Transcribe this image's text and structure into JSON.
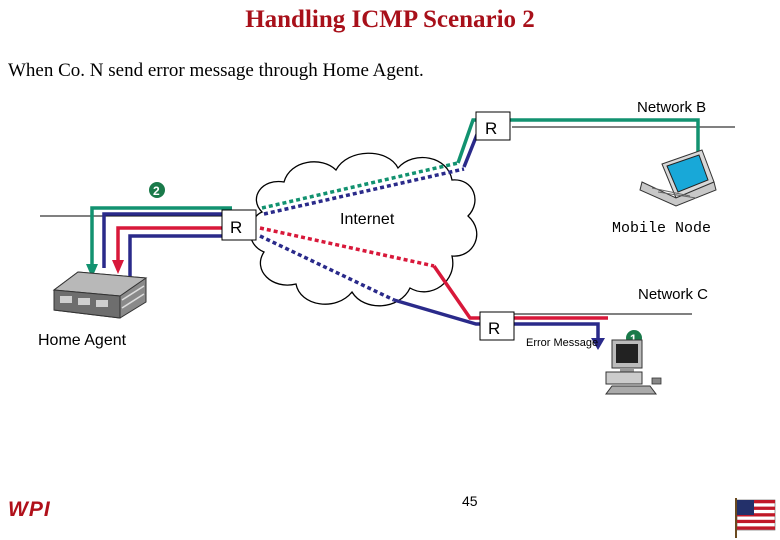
{
  "slide": {
    "title": "Handling ICMP Scenario 2",
    "subtitle": "When Co. N send error message through Home Agent.",
    "page_number": "45",
    "logo": "WPI"
  },
  "diagram": {
    "network_b_label": "Network B",
    "network_c_label": "Network C",
    "router_label": "R",
    "internet_label": "Internet",
    "mobile_node_label": "Mobile Node",
    "home_agent_label": "Home Agent",
    "error_message_label": "Error Message",
    "step_1": "1",
    "step_2": "2"
  },
  "colors": {
    "title": "#a8101a",
    "green_path": "#129270",
    "navy_path": "#2a2a8a",
    "red_path": "#d8183a",
    "badge": "#1a7a4a"
  },
  "icons": [
    "laptop-icon",
    "desktop-computer-icon",
    "server-rack-icon",
    "us-flag-icon"
  ]
}
